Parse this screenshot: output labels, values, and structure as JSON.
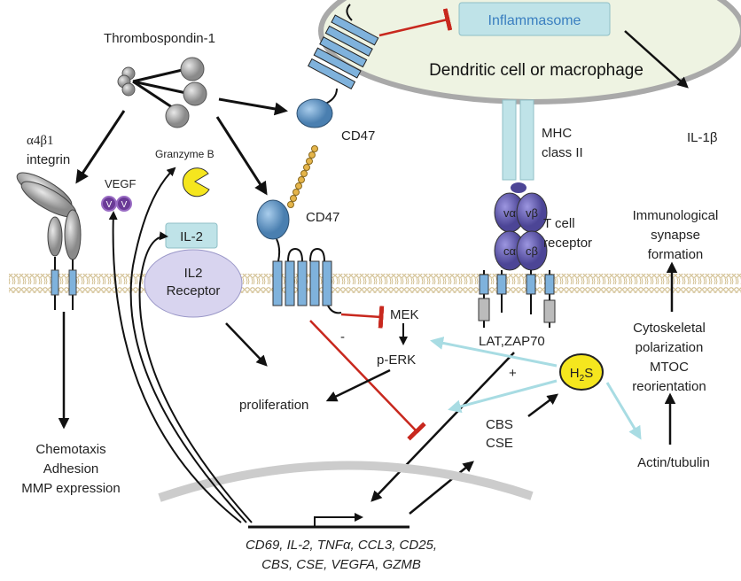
{
  "cell": {
    "name": "Dendritic cell or macrophage",
    "inflammasome": "Inflammasome",
    "output": "IL-1β"
  },
  "ligand": {
    "name": "Thrombospondin-1"
  },
  "receptors": {
    "integrin": [
      "α4β1",
      "integrin"
    ],
    "cd47_top": "CD47",
    "cd47_bottom": "CD47",
    "mhc": [
      "MHC",
      "class II"
    ],
    "tcr": [
      "T cell",
      "receptor"
    ],
    "tcr_chains": [
      "vα",
      "vβ",
      "cα",
      "cβ"
    ],
    "il2": "IL-2",
    "il2r": [
      "IL2",
      "Receptor"
    ]
  },
  "secreted": {
    "vegf": "VEGF",
    "vegf_units": [
      "V",
      "V"
    ],
    "granzyme": "Granzyme B"
  },
  "signaling": {
    "mek": "MEK",
    "perk": "p-ERK",
    "minus": "-",
    "plus": "+",
    "proliferation": "proliferation",
    "lat": "LAT,ZAP70",
    "h2s": "H",
    "h2s_sub": "2",
    "h2s_end": "S",
    "enzymes": [
      "CBS",
      "CSE"
    ]
  },
  "outcomes": {
    "integrin": [
      "Chemotaxis",
      "Adhesion",
      "MMP expression"
    ],
    "synapse": [
      "Immunological",
      "synapse",
      "formation"
    ],
    "cytoskeleton": [
      "Cytoskeletal",
      "polarization",
      "MTOC",
      "reorientation"
    ],
    "actin": "Actin/tubulin"
  },
  "genes": [
    "CD69, IL-2, TNFα, CCL3, CD25,",
    "CBS, CSE, VEGFA, GZMB"
  ],
  "colors": {
    "inhibit": "#c8281e",
    "h2s_arrow": "#a8dce3",
    "receptor": "#7fb2dc",
    "tcr": "#6a63b8",
    "cell": "#eef3e2"
  }
}
